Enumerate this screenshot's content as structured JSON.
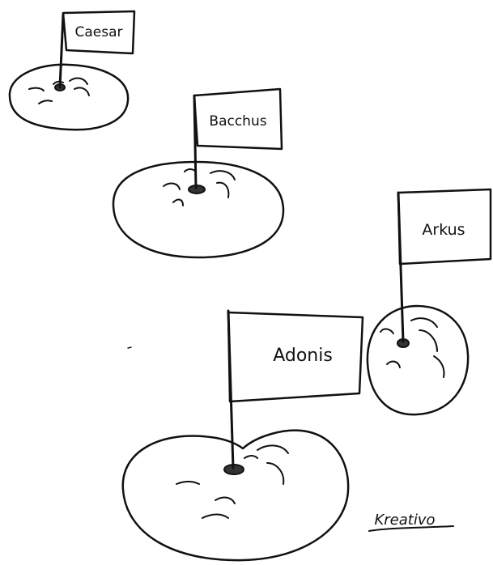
{
  "ink_color": "#111111",
  "paper_color": "#ffffff",
  "blobs": [
    {
      "flag_label": "Caesar"
    },
    {
      "flag_label": "Bacchus"
    },
    {
      "flag_label": "Arkus"
    },
    {
      "flag_label": "Adonis"
    }
  ],
  "signature": "Kreativo"
}
